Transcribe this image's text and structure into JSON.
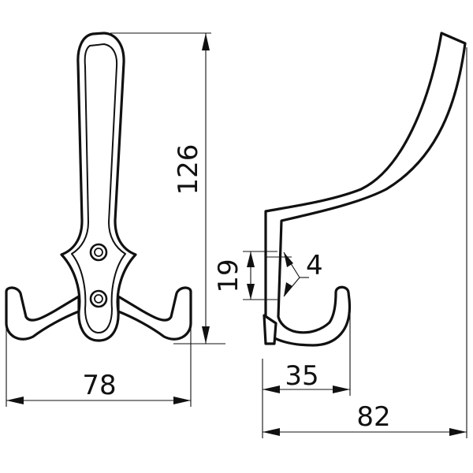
{
  "dimensions": {
    "front_height": "126",
    "front_width": "78",
    "hole_spacing": "19",
    "screw_size": "4",
    "hook_depth": "35",
    "total_depth": "82"
  }
}
